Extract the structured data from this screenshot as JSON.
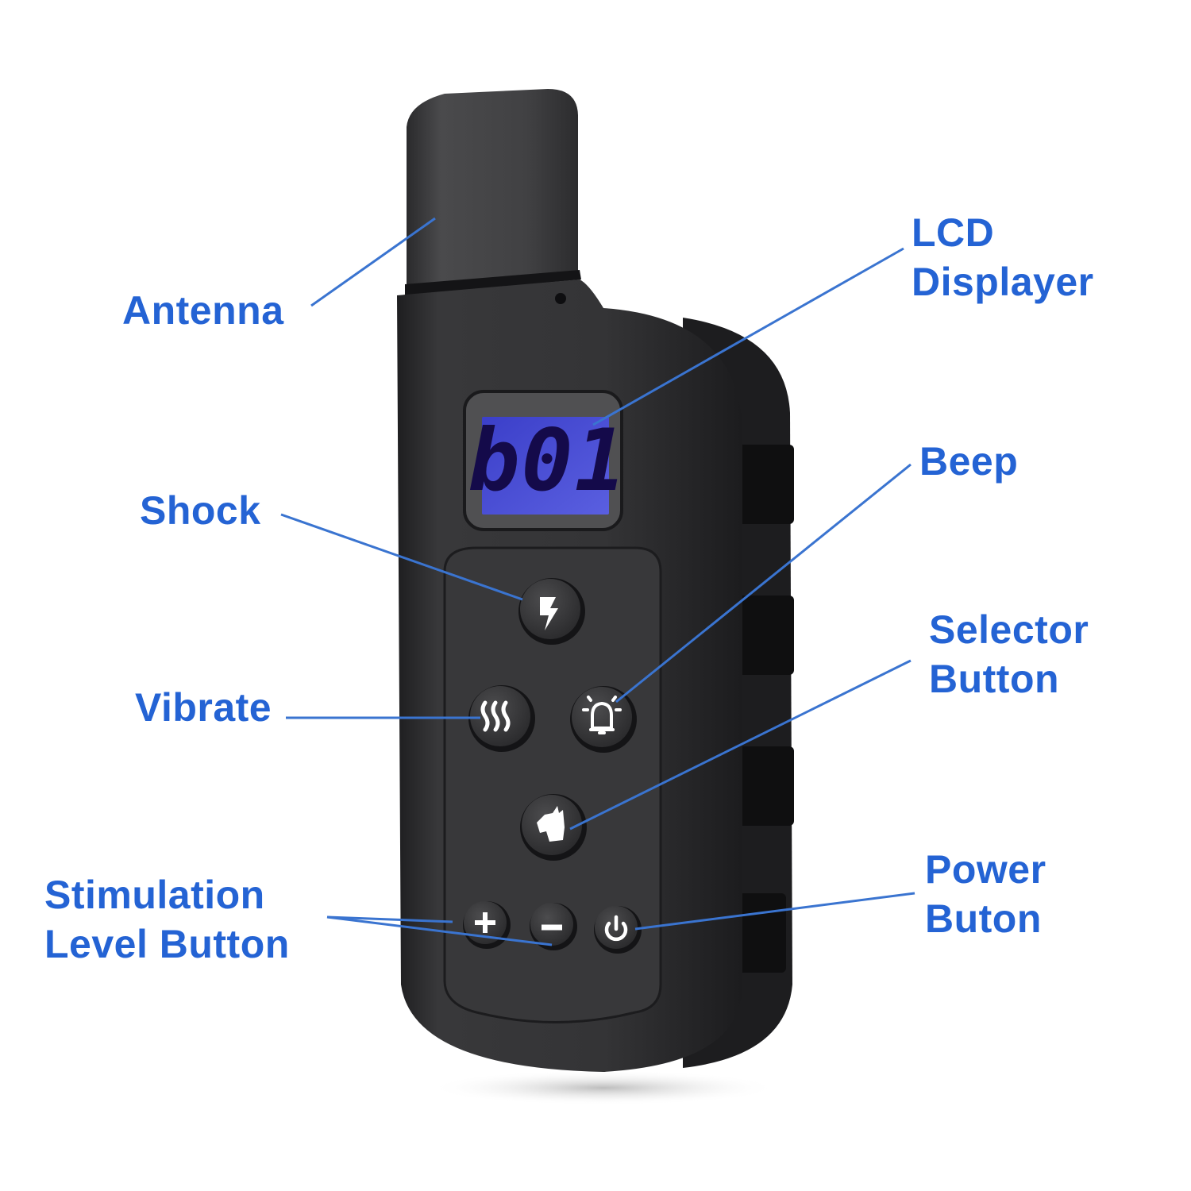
{
  "colors": {
    "label": "#2463d4",
    "leader_line": "#3a74d0",
    "device_body": "#2f2f31",
    "device_face": "#3a3a3c",
    "lcd_background": "#4a4fd8",
    "lcd_digits": "#140a4a"
  },
  "device": {
    "lcd_display_value": "b01",
    "buttons": [
      {
        "id": "shock",
        "icon": "lightning-bolt-icon"
      },
      {
        "id": "vibrate",
        "icon": "vibration-waves-icon"
      },
      {
        "id": "beep",
        "icon": "bell-icon"
      },
      {
        "id": "selector",
        "icon": "dog-head-icon"
      },
      {
        "id": "level-up",
        "icon": "plus-icon"
      },
      {
        "id": "level-down",
        "icon": "minus-icon"
      },
      {
        "id": "power",
        "icon": "power-icon"
      }
    ]
  },
  "labels": {
    "antenna": "Antenna",
    "lcd_line1": "LCD",
    "lcd_line2": "Displayer",
    "beep": "Beep",
    "shock": "Shock",
    "selector_line1": "Selector",
    "selector_line2": "Button",
    "vibrate": "Vibrate",
    "power_line1": "Power",
    "power_line2": "Buton",
    "stimulation_line1": "Stimulation",
    "stimulation_line2": "Level Button"
  }
}
